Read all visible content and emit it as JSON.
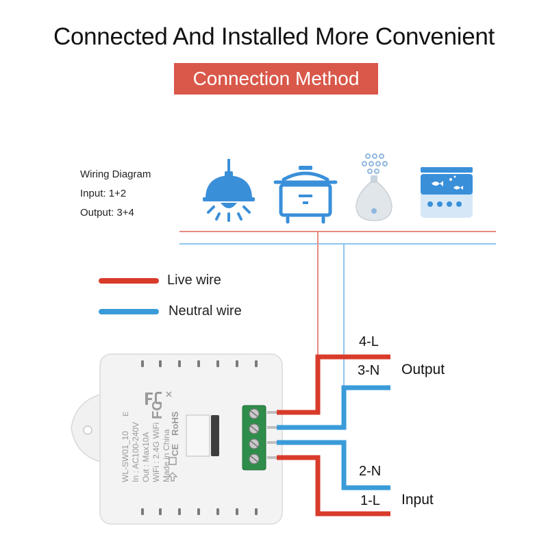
{
  "header": {
    "title": "Connected And Installed More Convenient",
    "subtitle": "Connection Method"
  },
  "notes": {
    "line1": "Wiring Diagram",
    "line2": "Input: 1+2",
    "line3": "Output: 3+4"
  },
  "legend": {
    "live": "Live wire",
    "neutral": "Neutral wire"
  },
  "terminals": {
    "t4": "4-L",
    "t3": "3-N",
    "t2": "2-N",
    "t1": "1-L",
    "output": "Output",
    "input": "Input"
  },
  "device": {
    "model": "WL-SW01_10",
    "input": "In : AC100-240V",
    "output": "Out : Max10A",
    "wifi": "WiFi : 2.4G WiFi",
    "origin": "Made in China",
    "fc": "FC",
    "rohs": "RoHS",
    "ce": "CE",
    "e_mark": "E"
  },
  "colors": {
    "live": "#d93b2b",
    "neutral": "#3a9bd9",
    "accent": "#d9584a",
    "icon": "#3a8fd9"
  },
  "icons": [
    "pendant-lamp-icon",
    "rice-cooker-icon",
    "humidifier-icon",
    "fish-tank-icon"
  ]
}
